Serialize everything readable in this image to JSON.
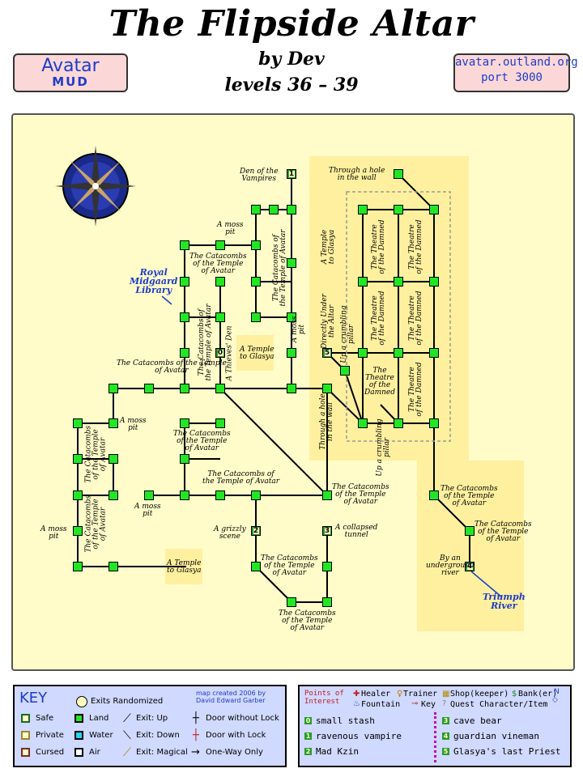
{
  "title": "The Flipside Altar",
  "author": "by Dev",
  "levels": "levels 36 – 39",
  "banner_left": {
    "line1": "Avatar",
    "line2": "MUD"
  },
  "banner_right": {
    "line1": "avatar.outland.org",
    "line2": "port 3000"
  },
  "labels": {
    "den": "Den of the\nVampires",
    "hole_top": "Through a hole\nin the wall",
    "moss1": "A moss\npit",
    "cat_a": "The Catacombs\nof the Temple\nof Avatar",
    "cat_v1": "The Catacombs of\nthe Temple of Avatar",
    "royal": "Royal\nMidgaard\nLibrary",
    "cat_v2": "The Catacombs of\nthe Temple of Avatar",
    "thieves": "A Thieves' Den",
    "glasya1": "A Temple\nto Glasya",
    "moss_v": "A moss\npit",
    "glasya_v": "A Temple\nto Glasya",
    "under_altar": "Directly Under\nthe Altar",
    "crumb1": "Up a crumbling\npillar",
    "theatre1": "The Theatre\nof the Damned",
    "theatre2": "The Theatre\nof the Damned",
    "theatre3": "The Theatre\nof the Damned",
    "theatre4": "The Theatre\nof the Damned",
    "theatre5": "The\nTheatre\nof the\nDamned",
    "theatre6": "The Theatre\nof the Damned",
    "cat_b": "The Catacombs of the Temple\nof Avatar",
    "moss2": "A moss\npit",
    "hole_v": "Through a hole\nin the wall",
    "crumb2": "Up a crumbling\npillar",
    "cat_c": "The Catacombs\nof the Temple\nof Avatar",
    "cat_v3": "The Catacombs\nof the Temple\nof Avatar",
    "cat_d": "The Catacombs of\nthe Temple of Avatar",
    "moss3": "A moss\npit",
    "cat_e": "The Catacombs\nof the Temple\nof Avatar",
    "cat_f": "The Catacombs\nof the Temple\nof Avatar",
    "moss4": "A moss\npit",
    "cat_v4": "The Catacombs\nof the Temple\nof Avatar",
    "grizzly": "A grizzly\nscene",
    "collapsed": "A collapsed\ntunnel",
    "cat_g": "The Catacombs\nof the Temple\nof Avatar",
    "cat_h": "The Catacombs\nof the Temple\nof Avatar",
    "glasya2": "A Temple\nto Glasya",
    "underground": "By an\nunderground\nriver",
    "triumph": "Triumph\nRiver",
    "cat_i": "The Catacombs\nof the Temple\nof Avatar"
  },
  "rooms_numbered": [
    "1",
    "0",
    "5",
    "2",
    "3",
    "4"
  ],
  "key": {
    "title": "KEY",
    "exits_random": "Exits Randomized",
    "credit1": "map created 2006 by",
    "credit2": "David Edward Garber",
    "safe": "Safe",
    "private": "Private",
    "cursed": "Cursed",
    "land": "Land",
    "water": "Water",
    "air": "Air",
    "exit_up": "Exit: Up",
    "exit_down": "Exit: Down",
    "exit_magic": "Exit: Magical",
    "door_nolock": "Door without Lock",
    "door_lock": "Door with Lock",
    "oneway": "One-Way Only"
  },
  "poi": {
    "title1": "Points of",
    "title2": "Interest",
    "healer": "Healer",
    "trainer": "Trainer",
    "shop": "Shop(keeper)",
    "bank": "Bank(er)",
    "fountain": "Fountain",
    "keyi": "Key",
    "quest": "Quest Character/Item",
    "items": [
      {
        "n": "0",
        "t": "small stash"
      },
      {
        "n": "1",
        "t": "ravenous vampire"
      },
      {
        "n": "2",
        "t": "Mad Kzin"
      },
      {
        "n": "3",
        "t": "cave bear"
      },
      {
        "n": "4",
        "t": "guardian vineman"
      },
      {
        "n": "5",
        "t": "Glasya's last Priest"
      }
    ]
  },
  "colors": {
    "land": "#22e622",
    "parchment": "#fffcc9",
    "zone": "#fff09f",
    "blue_text": "#1e3cc8",
    "banner": "#fbd7d7",
    "key_bg": "#d0d9ff"
  }
}
